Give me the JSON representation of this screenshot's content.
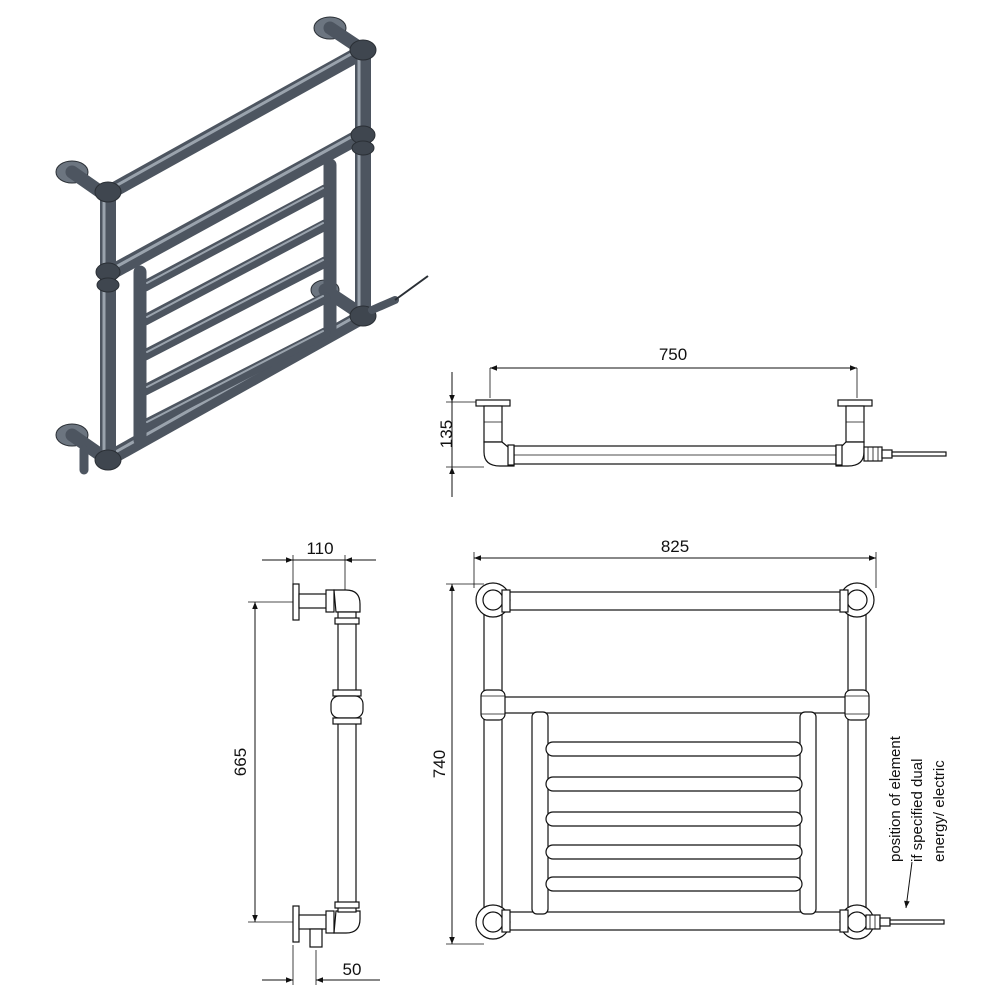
{
  "dimensions": {
    "top_view_width": "750",
    "top_view_depth": "135",
    "side_view_projection": "110",
    "side_view_centres": "665",
    "side_view_valve_offset": "50",
    "front_view_width": "825",
    "front_view_height": "740"
  },
  "note": {
    "line1": "position of element",
    "line2": "if specified dual",
    "line3": "energy/ electric"
  }
}
